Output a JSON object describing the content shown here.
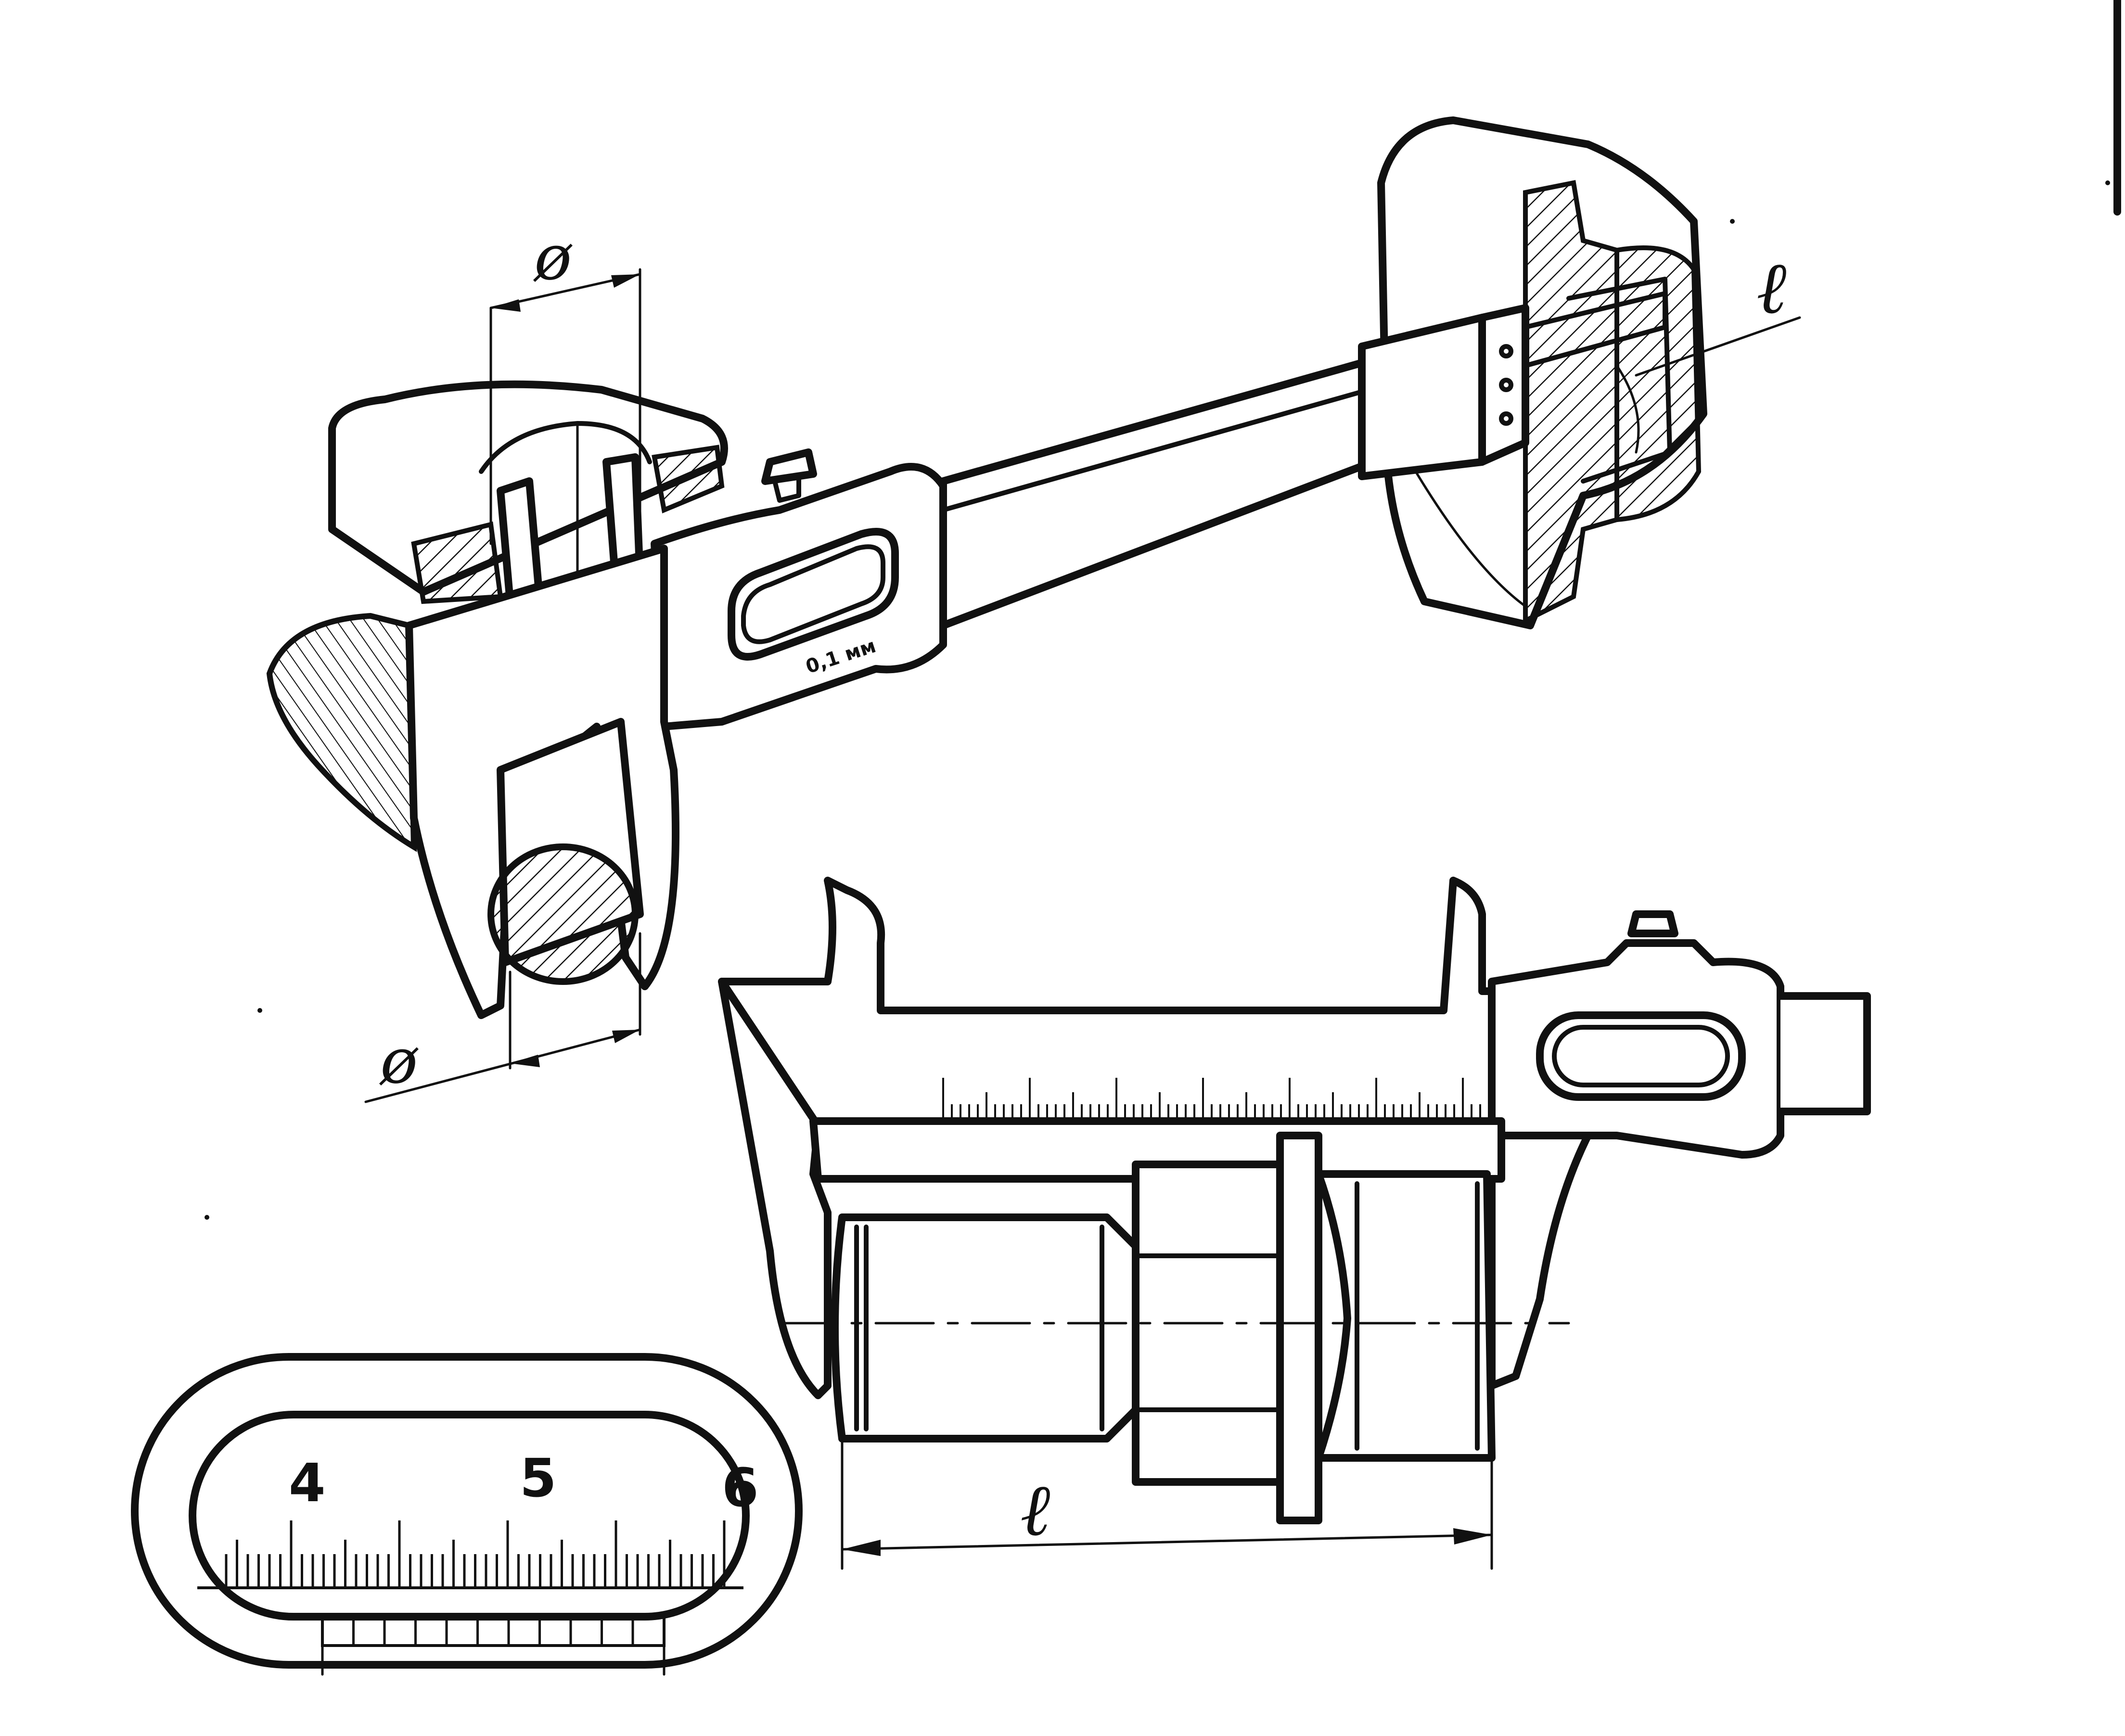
{
  "labels": {
    "diameter_outer": "ø",
    "diameter_inner": "ø",
    "length_top": "ℓ",
    "length_bottom": "ℓ",
    "resolution": "0,1 мм"
  },
  "vernier_window": {
    "numbers": [
      "4",
      "5",
      "6"
    ]
  },
  "colors": {
    "ink": "#111111",
    "paper": "#ffffff"
  }
}
